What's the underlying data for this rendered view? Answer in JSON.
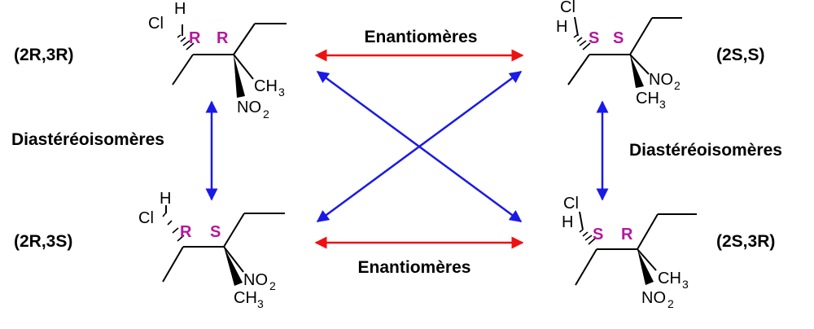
{
  "colors": {
    "enantiomer_arrow": "#ee1111",
    "diastereomer_arrow": "#1a1ae6",
    "config_label": "#b5179e"
  },
  "relations": {
    "enantiomers_top": "Enantiomères",
    "enantiomers_bottom": "Enantiomères",
    "diastereomers_left": "Diastéréoisomères",
    "diastereomers_right": "Diastéréoisomères"
  },
  "molecules": [
    {
      "name": "(2R,3R)",
      "c2": "R",
      "c3": "R",
      "atoms": {
        "cl": "Cl",
        "h": "H",
        "sub_top": "CH",
        "sub_top_idx": "3",
        "sub_bot": "NO",
        "sub_bot_idx": "2"
      }
    },
    {
      "name": "(2S,S)",
      "c2": "S",
      "c3": "S",
      "atoms": {
        "cl": "Cl",
        "h": "H",
        "sub_top": "NO",
        "sub_top_idx": "2",
        "sub_bot": "CH",
        "sub_bot_idx": "3"
      }
    },
    {
      "name": "(2R,3S)",
      "c2": "R",
      "c3": "S",
      "atoms": {
        "cl": "Cl",
        "h": "H",
        "sub_top": "NO",
        "sub_top_idx": "2",
        "sub_bot": "CH",
        "sub_bot_idx": "3"
      }
    },
    {
      "name": "(2S,3R)",
      "c2": "S",
      "c3": "R",
      "atoms": {
        "cl": "Cl",
        "h": "H",
        "sub_top": "CH",
        "sub_top_idx": "3",
        "sub_bot": "NO",
        "sub_bot_idx": "2"
      }
    }
  ]
}
